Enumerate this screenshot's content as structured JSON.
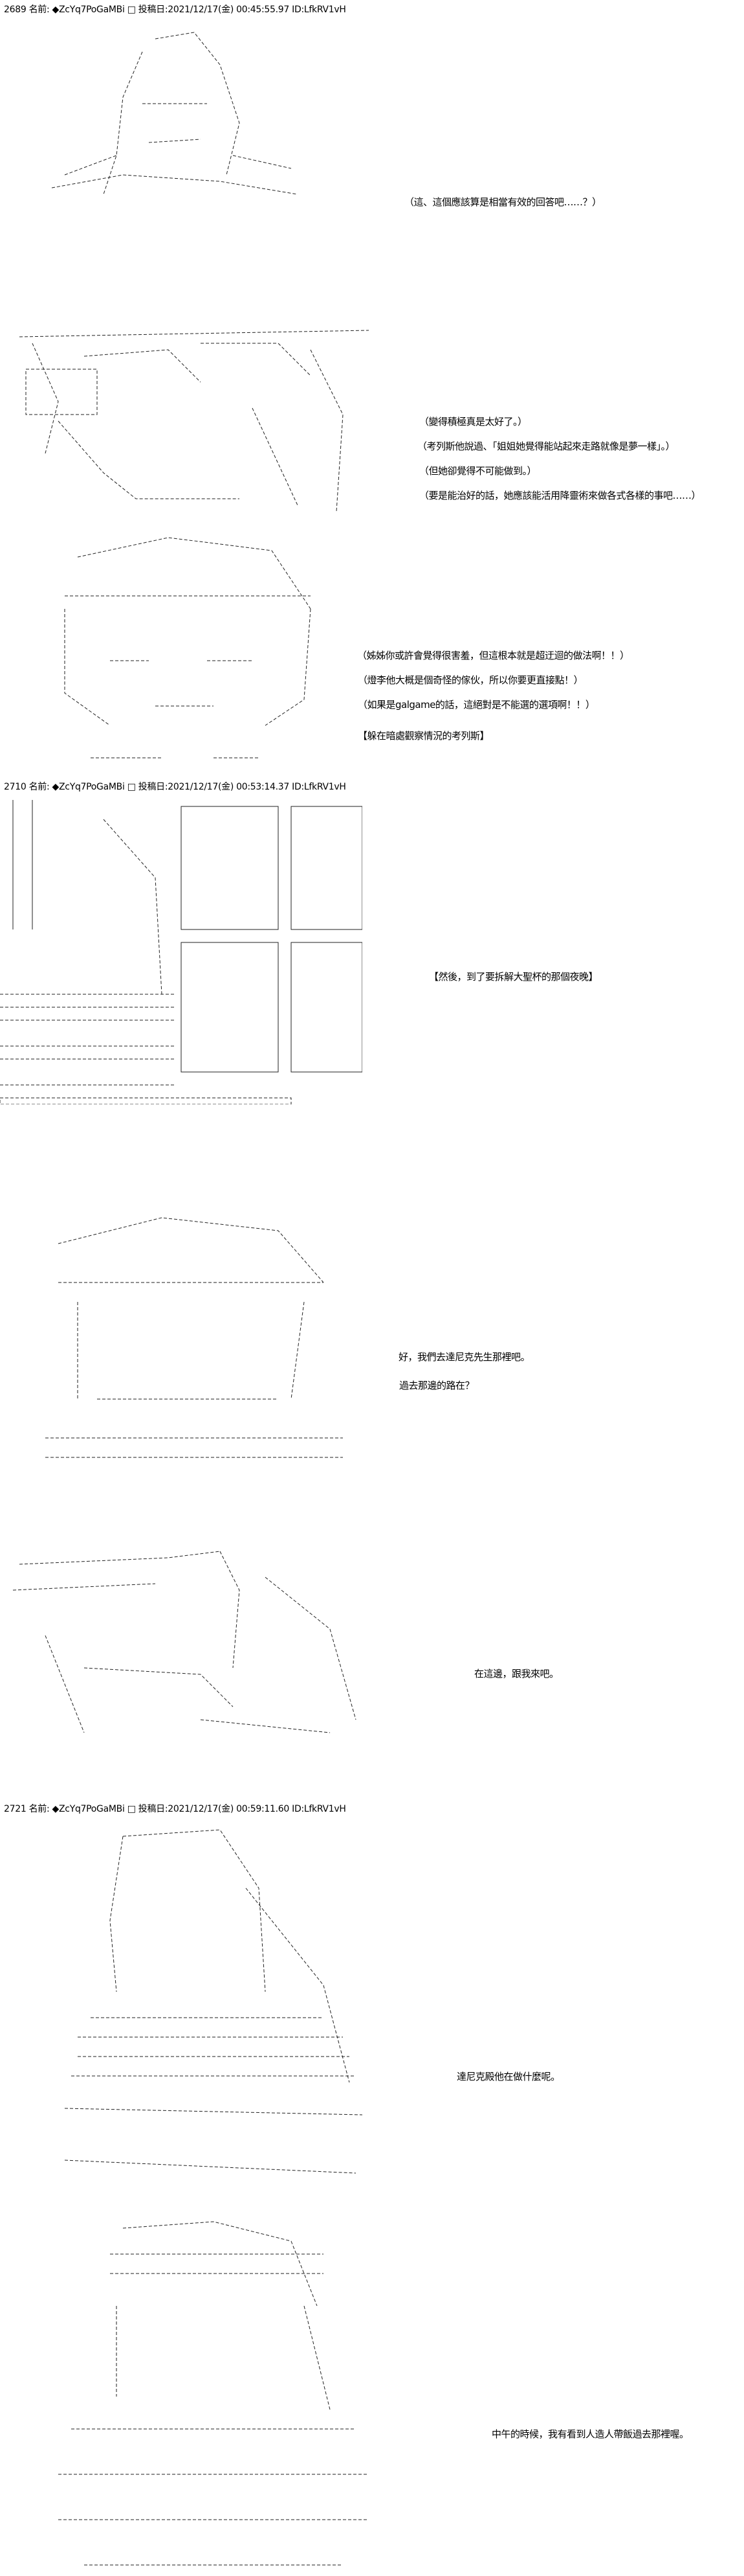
{
  "posts": [
    {
      "header": "2689 名前: ◆ZcYq7PoGaMBi □ 投稿日:2021/12/17(金) 00:45:55.97 ID:LfkRV1vH",
      "lines": [
        "（這、這個應該算是相當有效的回答吧……？）",
        "（變得積極真是太好了。）",
        "（考列斯他說過、「姐姐她覺得能站起來走路就像是夢一樣」。）",
        "（但她卻覺得不可能做到。）",
        "（要是能治好的話，她應該能活用降靈術來做各式各樣的事吧……）",
        "（姊姊你或許會覺得很害羞，但這根本就是超迂迴的做法啊！！）",
        "（燈李他大概是個奇怪的傢伙，所以你要更直接點！）",
        "（如果是galgame的話，這絕對是不能選的選項啊！！）",
        "【躲在暗處觀察情況的考列斯】"
      ]
    },
    {
      "header": "2710 名前: ◆ZcYq7PoGaMBi □ 投稿日:2021/12/17(金) 00:53:14.37 ID:LfkRV1vH",
      "lines": [
        "【然後，到了要拆解大聖杯的那個夜晚】",
        "好，我們去達尼克先生那裡吧。",
        "過去那邊的路在？",
        "在這邊，跟我來吧。"
      ]
    },
    {
      "header": "2721 名前: ◆ZcYq7PoGaMBi □ 投稿日:2021/12/17(金) 00:59:11.60 ID:LfkRV1vH",
      "lines": [
        "達尼克殿他在做什麼呢。",
        "中午的時候，我有看到人造人帶飯過去那裡喔。"
      ]
    }
  ]
}
